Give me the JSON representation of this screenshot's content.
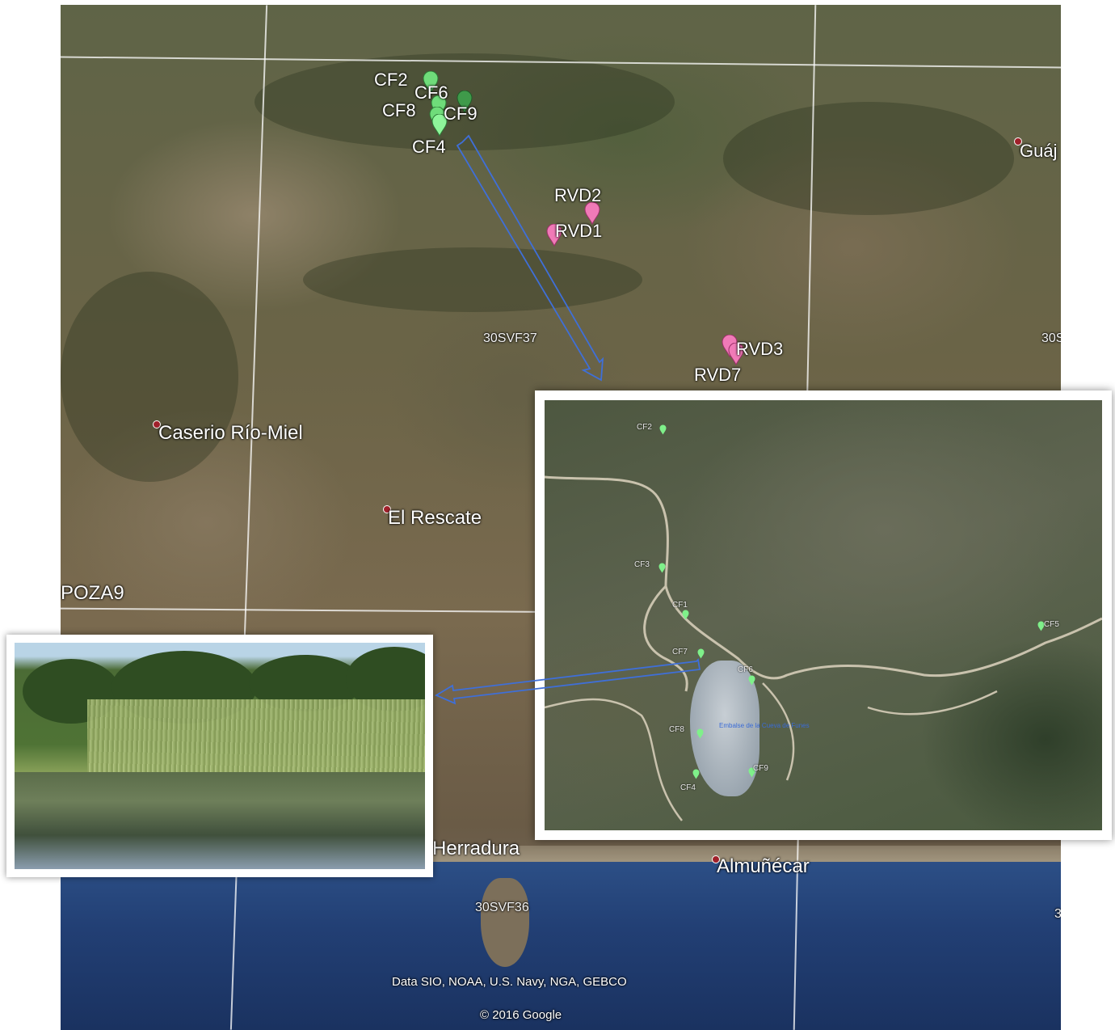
{
  "map": {
    "labels": {
      "caserio": "Caserio Río-Miel",
      "rescate": "El Rescate",
      "poza": "POZA9",
      "herradura": "Herradura",
      "almunecar": "Almuñécar",
      "guaj": "Guáj",
      "grid_37": "30SVF37",
      "grid_36": "30SVF36",
      "grid_right": "30S",
      "grid_right2": "3"
    },
    "pins": {
      "cf2": "CF2",
      "cf6": "CF6",
      "cf8": "CF8",
      "cf9": "CF9",
      "cf4": "CF4",
      "rvd2": "RVD2",
      "rvd1": "RVD1",
      "rvd3": "RVD3",
      "rvd7": "RVD7"
    },
    "attribution": "Data SIO, NOAA, U.S. Navy, NGA, GEBCO",
    "copyright": "© 2016 Google",
    "colors": {
      "green_pin": "#6fdc7a",
      "pink_pin": "#f07ab7",
      "arrow": "#3f6fd8"
    }
  },
  "inset": {
    "pins": {
      "cf2": "CF2",
      "cf3": "CF3",
      "cf1": "CF1",
      "cf7": "CF7",
      "cf6": "CF6",
      "cf5": "CF5",
      "cf8": "CF8",
      "cf9": "CF9",
      "cf4": "CF4"
    },
    "lake_label": "Embalse de la Cueva de Funes"
  }
}
